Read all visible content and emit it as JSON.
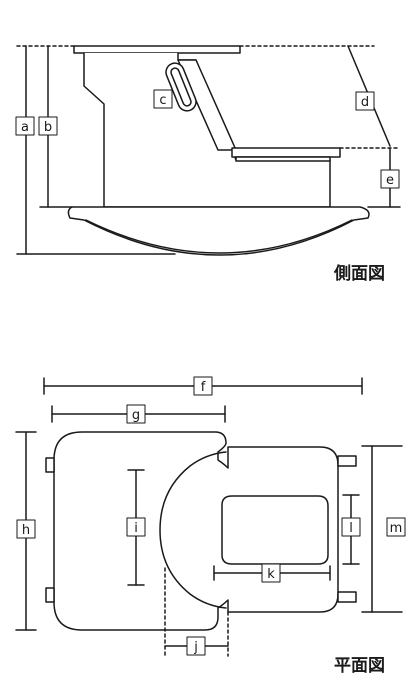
{
  "views": {
    "side": {
      "title": "側面図"
    },
    "top": {
      "title": "平面図"
    }
  },
  "dimension_labels": {
    "a": "a",
    "b": "b",
    "c": "c",
    "d": "d",
    "e": "e",
    "f": "f",
    "g": "g",
    "h": "h",
    "i": "i",
    "j": "j",
    "k": "k",
    "l": "l",
    "m": "m"
  },
  "colors": {
    "stroke": "#1a1a1a",
    "fill": "#ffffff"
  }
}
